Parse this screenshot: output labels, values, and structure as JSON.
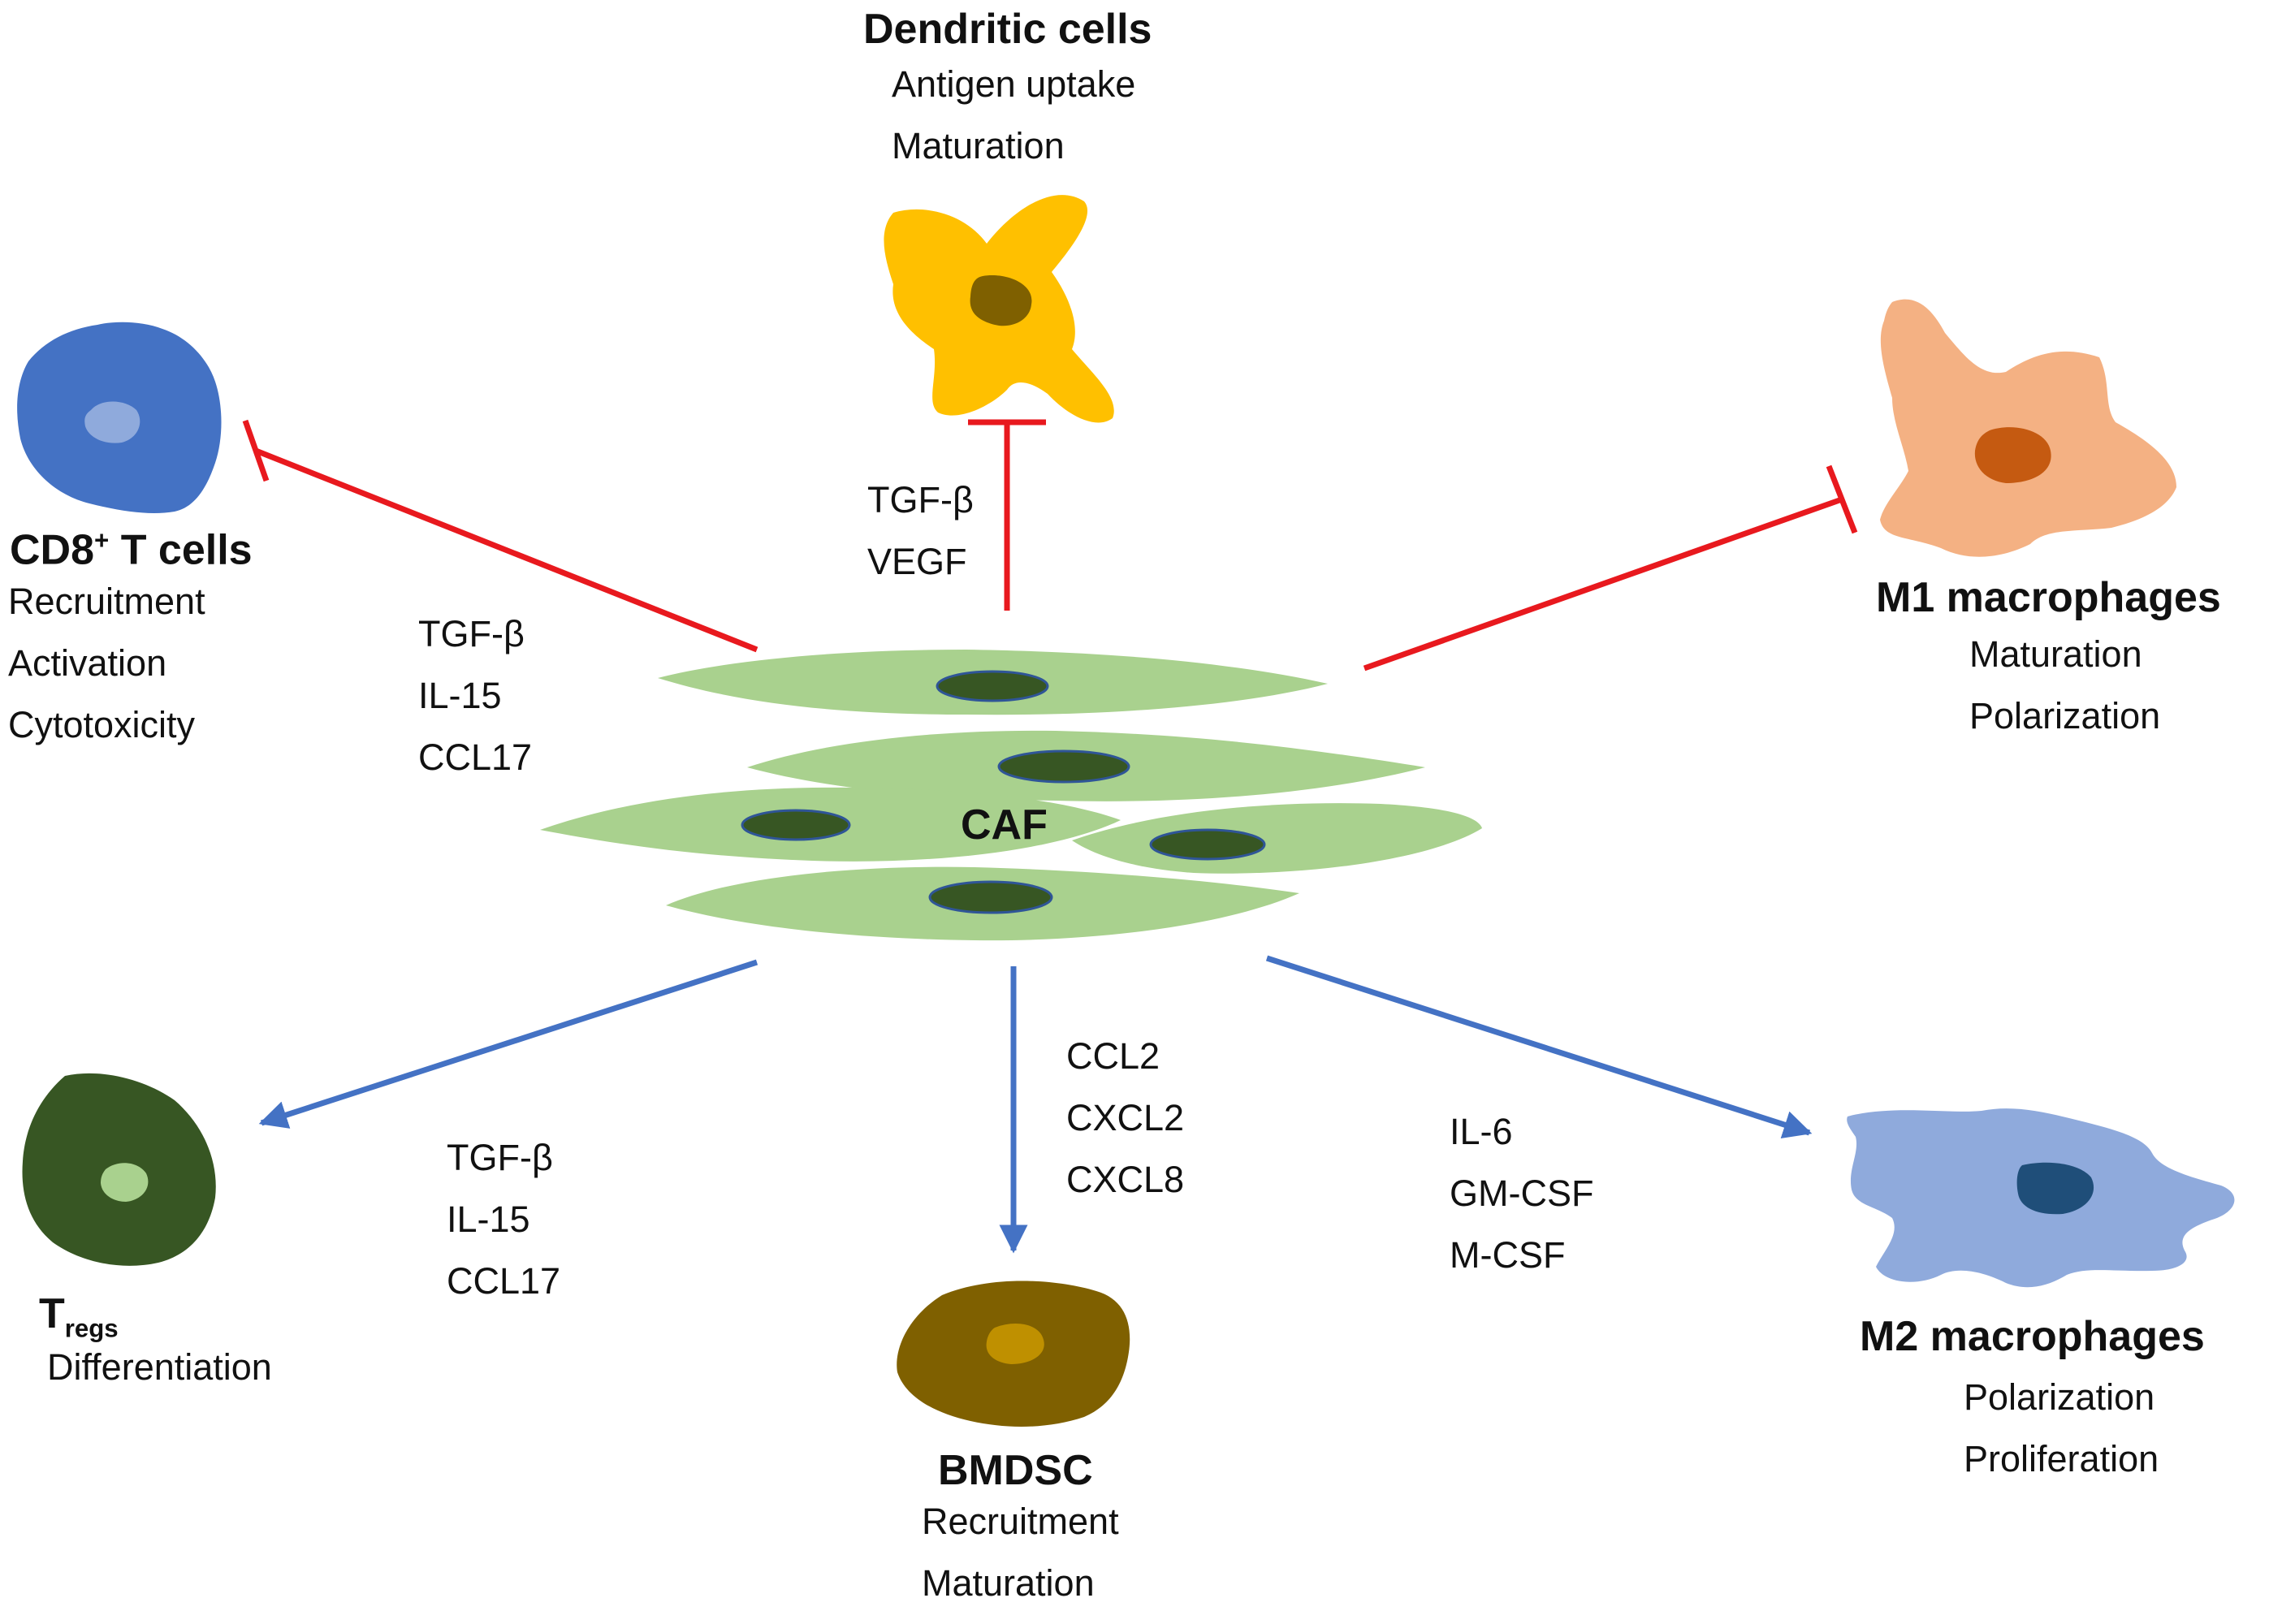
{
  "caf": {
    "label": "CAF"
  },
  "dendritic": {
    "title": "Dendritic cells",
    "effects": [
      "Antigen uptake",
      "Maturation"
    ],
    "signals": [
      "TGF-β",
      "VEGF"
    ]
  },
  "cd8": {
    "title_main": "CD8",
    "title_sup": "+",
    "title_rest": " T cells",
    "effects": [
      "Recruitment",
      "Activation",
      "Cytotoxicity"
    ],
    "signals": [
      "TGF-β",
      "IL-15",
      "CCL17"
    ]
  },
  "m1": {
    "title": "M1 macrophages",
    "effects": [
      "Maturation",
      "Polarization"
    ]
  },
  "tregs": {
    "title_main": "T",
    "title_sub": "regs",
    "effects": [
      "Differentiation"
    ],
    "signals": [
      "TGF-β",
      "IL-15",
      "CCL17"
    ]
  },
  "bmdsc": {
    "title": "BMDSC",
    "effects": [
      "Recruitment",
      "Maturation"
    ],
    "signals": [
      "CCL2",
      "CXCL2",
      "CXCL8"
    ]
  },
  "m2": {
    "title": "M2 macrophages",
    "effects": [
      "Polarization",
      "Proliferation"
    ],
    "signals": [
      "IL-6",
      "GM-CSF",
      "M-CSF"
    ]
  },
  "colors": {
    "inhibit": "#e8191e",
    "promote": "#4472c4",
    "caf_body": "#a9d18e",
    "caf_nucleus": "#375623",
    "dendritic": "#ffc000",
    "cd8": "#4472c4",
    "m1": "#f4b183",
    "treg": "#375623",
    "bmdsc": "#7f6000",
    "m2": "#8faadc"
  }
}
